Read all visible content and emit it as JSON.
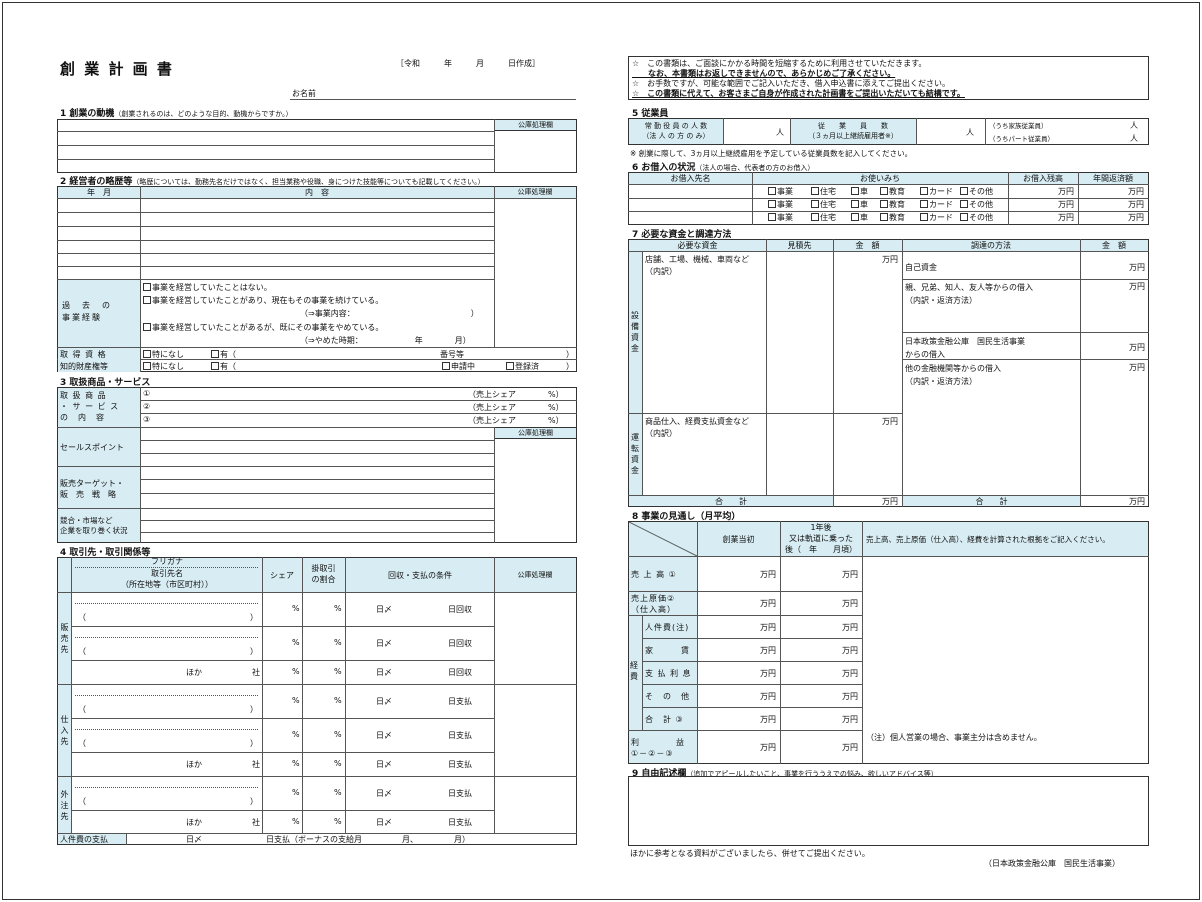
{
  "left": {
    "title": "創 業 計 画 書",
    "date_label": "［令和　　　年　　　月　　　日作成］",
    "name_label": "お名前",
    "kouko": "公庫処理欄",
    "s1": {
      "title": "1 創業の動機",
      "note": "（創業されるのは、どのような目的、動機からですか。）"
    },
    "s2": {
      "title": "2 経営者の略歴等",
      "note": "（略歴については、勤務先名だけではなく、担当業務や役職、身につけた技能等についても記載してください。）",
      "col_year": "年　月",
      "col_content": "内　容",
      "exp_label": "過　去　の\n事業経験",
      "exp1": "事業を経営していたことはない。",
      "exp2": "事業を経営していたことがあり、現在もその事業を続けている。",
      "exp2b": "（⇒事業内容：　　　　　　　　　　　　　　　）",
      "exp3": "事業を経営していたことがあるが、既にその事業をやめている。",
      "exp3b": "（⇒やめた時期：　　　　　　　年　　　　月）",
      "lic_label": "取 得 資 格",
      "lic_none": "特になし",
      "lic_yes": "有（",
      "lic_no": "番号等",
      "close": "）",
      "ip_label": "知的財産権等",
      "ip_none": "特になし",
      "ip_yes": "有（",
      "ip_app": "申請中",
      "ip_reg": "登録済",
      "close2": "）"
    },
    "s3": {
      "title": "3 取扱商品・サービス",
      "prod_label": "取 扱 商 品\n・ サ ー ビ ス\nの　内　容",
      "items": [
        "①",
        "②",
        "③"
      ],
      "share": "（売上シェア　　　　%）",
      "sales": "セールスポイント",
      "target": "販売ターゲット・\n販　売　戦　略",
      "compet": "競合・市場など\n企業を取り巻く状況"
    },
    "s4": {
      "title": "4 取引先・取引関係等",
      "furigana": "フリガナ",
      "name": "取引先名",
      "addr": "（所在地等（市区町村））",
      "share": "シェア",
      "kakeri": "掛取引\nの割合",
      "cond": "回収・支払の条件",
      "sell": "販\n売\n先",
      "buy": "仕\n入\n先",
      "out": "外\n注\n先",
      "pct": "%",
      "day_mark": "日〆",
      "collect": "日回収",
      "pay": "日支払",
      "other": "ほか",
      "sha": "社",
      "paren_l": "（",
      "paren_r": "）",
      "labor": "人件費の支払",
      "labor_text": "日〆　　　　　　　　日支払（ボーナスの支給月　　　　　月、　　　　　月）"
    }
  },
  "right": {
    "notes": [
      "☆　この書類は、ご面談にかかる時間を短縮するために利用させていただきます。",
      "　　なお、本書類はお返しできませんので、あらかじめご了承ください。",
      "☆　お手数ですが、可能な範囲でご記入いただき、借入申込書に添えてご提出ください。",
      "☆　この書類に代えて、お客さまご自身が作成された計画書をご提出いただいても結構です。"
    ],
    "s5": {
      "title": "5 従業員",
      "officers": "常 勤 役 員 の 人 数\n（法 人 の 方 の み）",
      "person": "人",
      "employees": "従　　業　　員　　数\n（３ヵ月以上継続雇用者※）",
      "family": "（うち家族従業員）",
      "part": "（うちパート従業員）",
      "note": "※ 創業に際して、3ヵ月以上継続雇用を予定している従業員数を記入してください。"
    },
    "s6": {
      "title": "6 お借入の状況",
      "note": "（法人の場合、代表者の方のお借入）",
      "col1": "お借入先名",
      "col2": "お使いみち",
      "col3": "お借入残高",
      "col4": "年間返済額",
      "uses": [
        "事業",
        "住宅",
        "車",
        "教育",
        "カード",
        "その他"
      ],
      "man": "万円"
    },
    "s7": {
      "title": "7 必要な資金と調達方法",
      "need": "必要な資金",
      "quote": "見積先",
      "amount": "金　額",
      "method": "調達の方法",
      "amount2": "金　額",
      "setsubi": "設\n備\n資\n金",
      "setsubi_item": "店舗、工場、機械、車両など\n（内訳）",
      "unten": "運\n転\n資\n金",
      "unten_item": "商品仕入、経費支払資金など\n（内訳）",
      "own": "自己資金",
      "family": "親、兄弟、知人、友人等からの借入\n（内訳・返済方法）",
      "jfc": "日本政策金融公庫　国民生活事業\nからの借入",
      "other": "他の金融機関等からの借入\n（内訳・返済方法）",
      "total": "合　　計",
      "man": "万円"
    },
    "s8": {
      "title": "8 事業の見通し（月平均）",
      "start": "創業当初",
      "after": "1年後\n又は軌道に乗った\n後（　年　　月頃）",
      "basis": "売上高、売上原価（仕入高）、経費を計算された根拠をご記入ください。",
      "sales": "売 上 高 ①",
      "cost": "売上原価②\n（仕入高）",
      "keihi": "経\n費",
      "rows": [
        "人件費(注)",
        "家　　　賃",
        "支 払 利 息",
        "そ　の　他",
        "合　計 ③"
      ],
      "profit": "利　　　　益\n①－②－③",
      "note": "（注）個人営業の場合、事業主分は含めません。",
      "man": "万円"
    },
    "s9": {
      "title": "9 自由記述欄",
      "note": "（追加でアピールしたいこと、事業を行ううえでの悩み、欲しいアドバイス等）"
    },
    "footer": "ほかに参考となる資料がございましたら、併せてご提出ください。",
    "org": "（日本政策金融公庫　国民生活事業）"
  }
}
